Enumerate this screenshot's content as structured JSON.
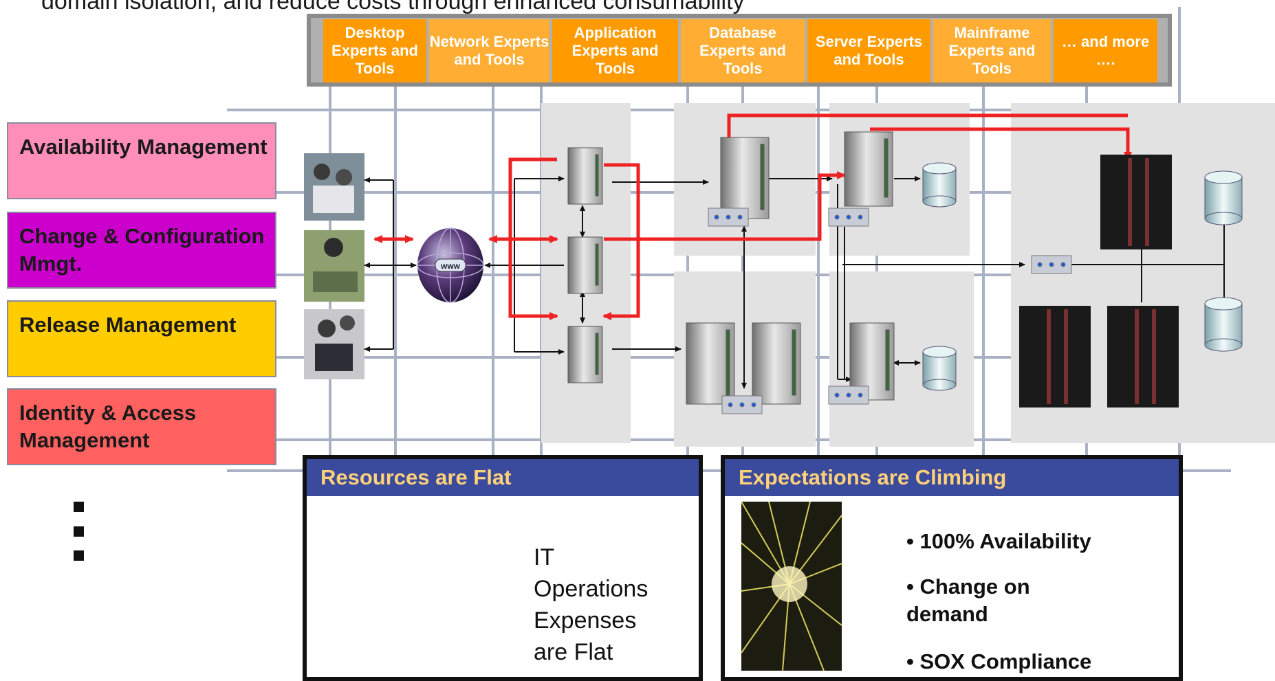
{
  "headline": "domain isolation, and reduce costs through enhanced consumability",
  "top_categories": [
    {
      "label": "Desktop Experts and Tools",
      "color": "#ff9b00"
    },
    {
      "label": "Network Experts and Tools",
      "color": "#ffad33"
    },
    {
      "label": "Application Experts and Tools",
      "color": "#ff9b00"
    },
    {
      "label": "Database Experts and Tools",
      "color": "#ffad33"
    },
    {
      "label": "Server Experts and Tools",
      "color": "#ff9b00"
    },
    {
      "label": "Mainframe Experts and Tools",
      "color": "#ffad33"
    },
    {
      "label": "… and more ….",
      "color": "#ff9b00"
    }
  ],
  "processes": [
    {
      "label": "Availability Management",
      "color": "#ff8fb8"
    },
    {
      "label": "Change & Configuration Mmgt.",
      "color": "#cc00cc"
    },
    {
      "label": "Release Management",
      "color": "#ffcc00"
    },
    {
      "label": "Identity & Access Management",
      "color": "#ff6060"
    }
  ],
  "globe_label": "www",
  "resources_panel": {
    "title": "Resources are Flat",
    "body_lines": [
      "IT",
      "Operations",
      "Expenses",
      "are Flat"
    ]
  },
  "expectations_panel": {
    "title": "Expectations are Climbing",
    "bullets": [
      "• 100% Availability",
      "• Change on demand",
      "• SOX Compliance"
    ]
  },
  "colors": {
    "flow_arrow": "#ee2222",
    "connector": "#111111",
    "zone_fill": "#e2e2e2",
    "grid": "#a9b2c4",
    "panel_title_bg": "#3a4a9c",
    "panel_title_text": "#ffd27a"
  }
}
